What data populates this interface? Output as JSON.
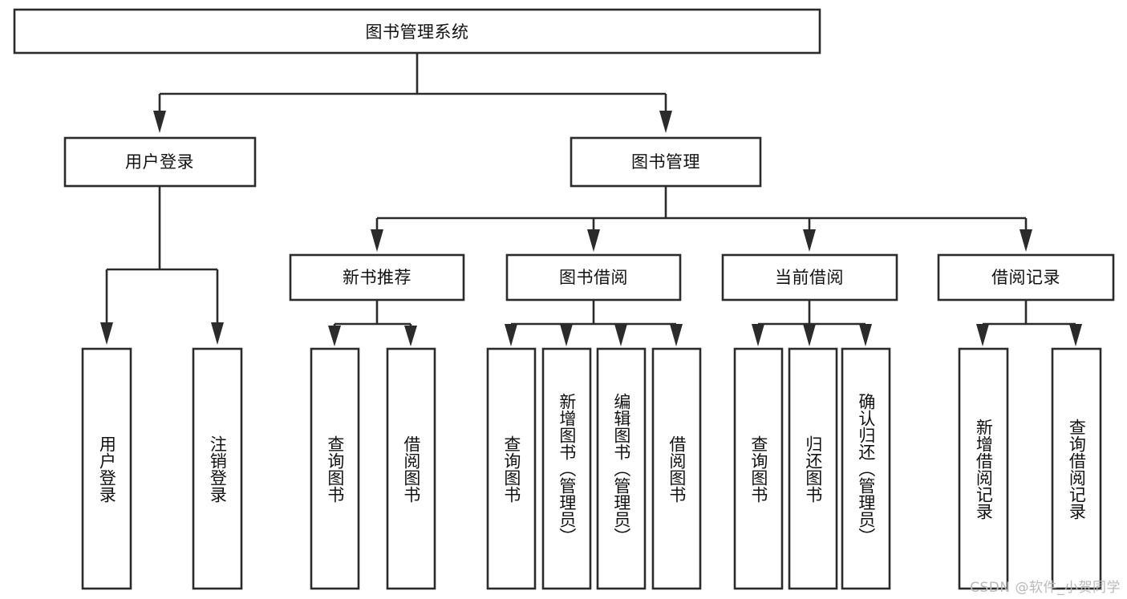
{
  "diagram": {
    "title": "图书管理系统",
    "type": "tree-hierarchy",
    "watermark": "CSDN @软件_小贺同学",
    "style": {
      "box_fill": "#ffffff",
      "box_stroke": "#2b2b2b",
      "text_color": "#111111",
      "background": "#ffffff",
      "watermark_color": "#b9b9b9"
    },
    "levels": {
      "root": {
        "label": "图书管理系统",
        "orientation": "horizontal"
      },
      "level2": [
        {
          "id": "user-login",
          "label": "用户登录",
          "orientation": "horizontal"
        },
        {
          "id": "book-manage",
          "label": "图书管理",
          "orientation": "horizontal"
        }
      ],
      "level3": [
        {
          "id": "new-book-recommend",
          "label": "新书推荐",
          "orientation": "horizontal",
          "parent": "book-manage"
        },
        {
          "id": "book-borrow",
          "label": "图书借阅",
          "orientation": "horizontal",
          "parent": "book-manage"
        },
        {
          "id": "current-borrow",
          "label": "当前借阅",
          "orientation": "horizontal",
          "parent": "book-manage"
        },
        {
          "id": "borrow-record",
          "label": "借阅记录",
          "orientation": "horizontal",
          "parent": "book-manage"
        }
      ],
      "leaves": [
        {
          "id": "leaf-user-login",
          "label": "用户登录",
          "orientation": "vertical",
          "parent": "user-login"
        },
        {
          "id": "leaf-user-logout",
          "label": "注销登录",
          "orientation": "vertical",
          "parent": "user-login"
        },
        {
          "id": "leaf-query-book-1",
          "label": "查询图书",
          "orientation": "vertical",
          "parent": "new-book-recommend"
        },
        {
          "id": "leaf-borrow-book-1",
          "label": "借阅图书",
          "orientation": "vertical",
          "parent": "new-book-recommend"
        },
        {
          "id": "leaf-query-book-2",
          "label": "查询图书",
          "orientation": "vertical",
          "parent": "book-borrow"
        },
        {
          "id": "leaf-add-book",
          "label": "新增图书（管理员）",
          "orientation": "vertical",
          "parent": "book-borrow"
        },
        {
          "id": "leaf-edit-book",
          "label": "编辑图书（管理员）",
          "orientation": "vertical",
          "parent": "book-borrow"
        },
        {
          "id": "leaf-borrow-book-2",
          "label": "借阅图书",
          "orientation": "vertical",
          "parent": "book-borrow"
        },
        {
          "id": "leaf-query-book-3",
          "label": "查询图书",
          "orientation": "vertical",
          "parent": "current-borrow"
        },
        {
          "id": "leaf-return-book",
          "label": "归还图书",
          "orientation": "vertical",
          "parent": "current-borrow"
        },
        {
          "id": "leaf-confirm-return",
          "label": "确认归还（管理员）",
          "orientation": "vertical",
          "parent": "current-borrow"
        },
        {
          "id": "leaf-add-record",
          "label": "新增借阅记录",
          "orientation": "vertical",
          "parent": "borrow-record"
        },
        {
          "id": "leaf-query-record",
          "label": "查询借阅记录",
          "orientation": "vertical",
          "parent": "borrow-record"
        }
      ]
    }
  }
}
